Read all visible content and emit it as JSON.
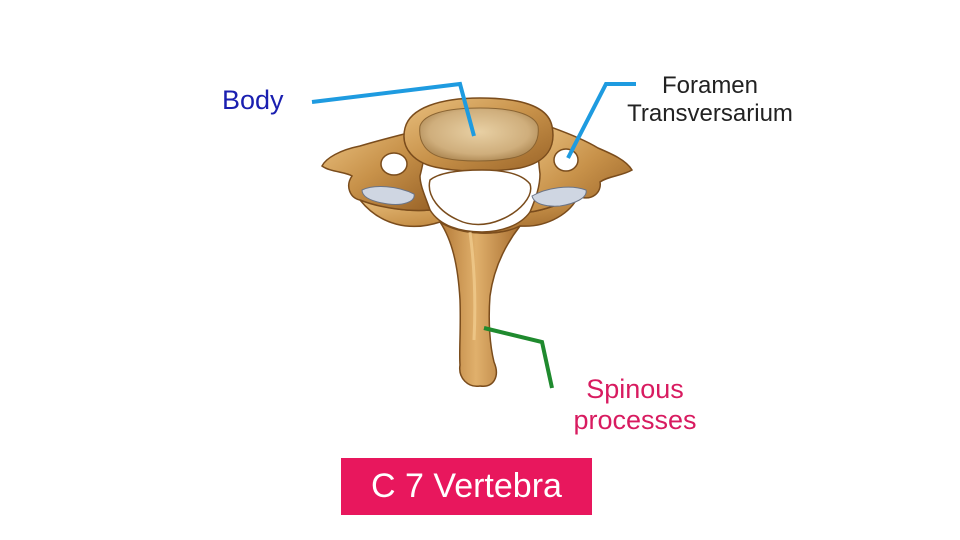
{
  "labels": {
    "body": "Body",
    "foramen_line1": "Foramen",
    "foramen_line2": "Transversarium",
    "spinous_line1": "Spinous",
    "spinous_line2": "processes"
  },
  "title": "C 7 Vertebra",
  "colors": {
    "background": "#ffffff",
    "body_label": "#1a1fb0",
    "foramen_label": "#222222",
    "spinous_label": "#d81b60",
    "title_box": "#e8175d",
    "title_text": "#ffffff",
    "pointer_blue": "#1e9be0",
    "pointer_green": "#1f8a2e",
    "bone": "#c8924a",
    "bone_dark": "#8a5a24",
    "bone_light": "#e6b97a",
    "cartilage": "#cfd6e2"
  }
}
